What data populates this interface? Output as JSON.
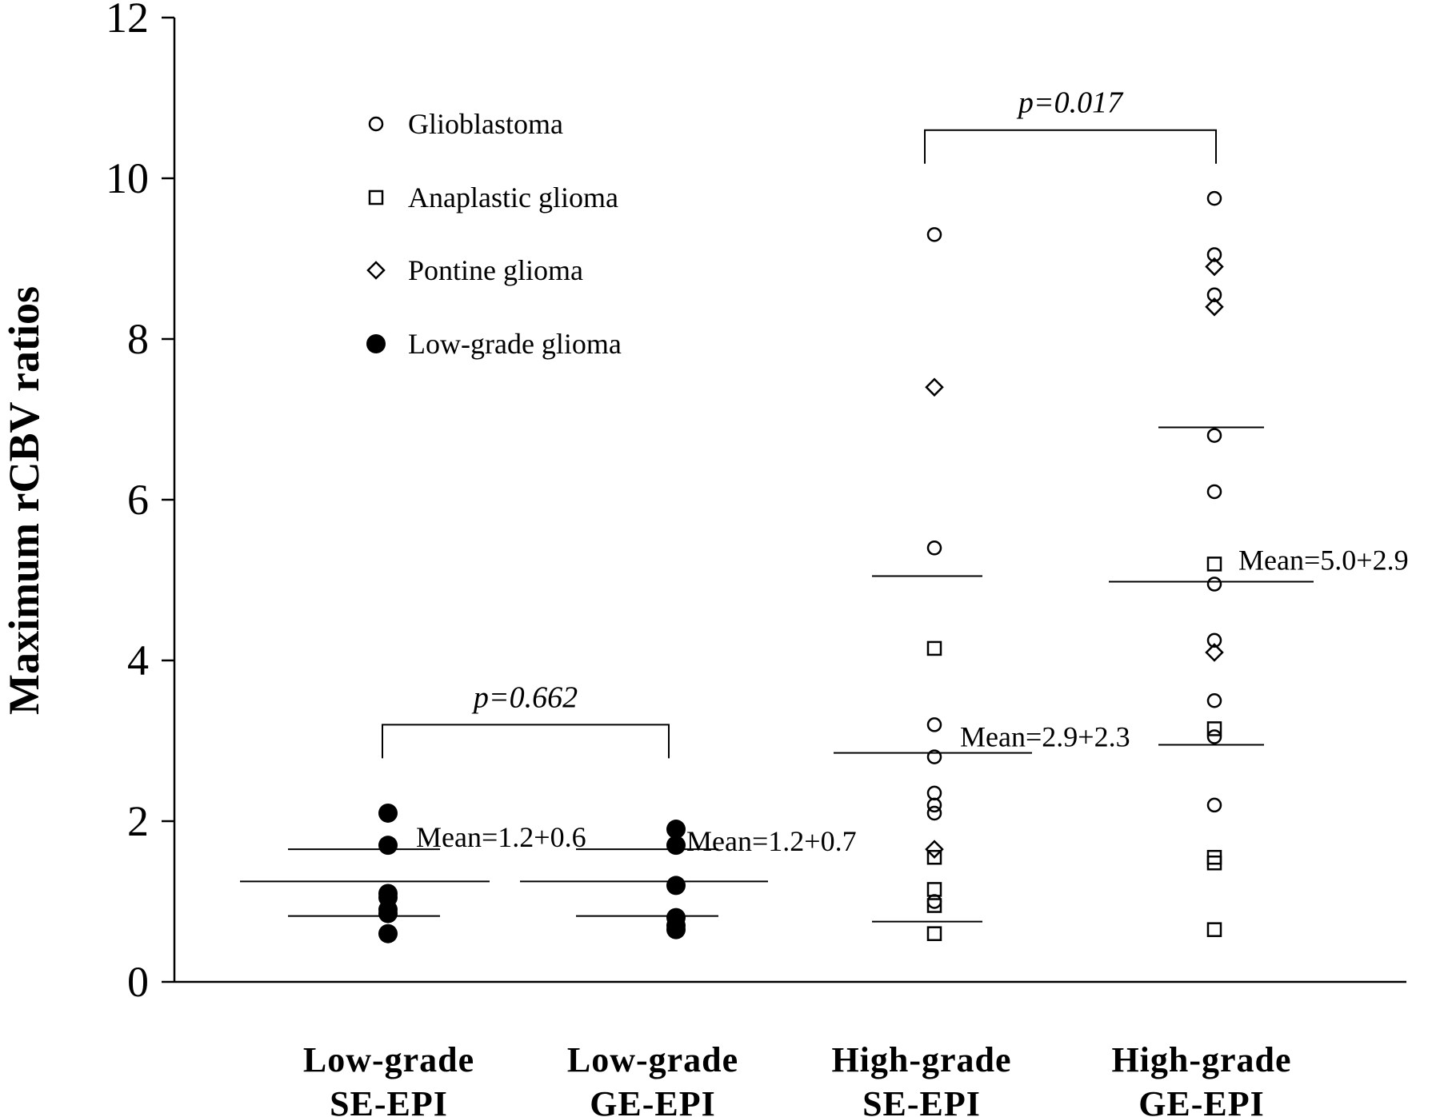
{
  "chart_data": {
    "type": "scatter",
    "ylabel": "Maximum rCBV ratios",
    "ylim": [
      0,
      12
    ],
    "yticks": [
      "0",
      "2",
      "4",
      "6",
      "8",
      "10",
      "12"
    ],
    "categories": [
      {
        "line1": "Low-grade",
        "line2": "SE-EPI"
      },
      {
        "line1": "Low-grade",
        "line2": "GE-EPI"
      },
      {
        "line1": "High-grade",
        "line2": "SE-EPI"
      },
      {
        "line1": "High-grade",
        "line2": "GE-EPI"
      }
    ],
    "legend": [
      {
        "marker": "circle-open",
        "label": "Glioblastoma"
      },
      {
        "marker": "square-open",
        "label": "Anaplastic glioma"
      },
      {
        "marker": "diamond-open",
        "label": "Pontine glioma"
      },
      {
        "marker": "circle-filled",
        "label": "Low-grade glioma"
      }
    ],
    "points": [
      {
        "group": 0,
        "y": 2.1,
        "marker": "circle-filled"
      },
      {
        "group": 0,
        "y": 1.7,
        "marker": "circle-filled"
      },
      {
        "group": 0,
        "y": 1.1,
        "marker": "circle-filled"
      },
      {
        "group": 0,
        "y": 1.05,
        "marker": "circle-filled"
      },
      {
        "group": 0,
        "y": 0.9,
        "marker": "circle-filled"
      },
      {
        "group": 0,
        "y": 0.85,
        "marker": "circle-filled"
      },
      {
        "group": 0,
        "y": 0.6,
        "marker": "circle-filled"
      },
      {
        "group": 1,
        "y": 1.9,
        "marker": "circle-filled"
      },
      {
        "group": 1,
        "y": 1.7,
        "marker": "circle-filled"
      },
      {
        "group": 1,
        "y": 1.2,
        "marker": "circle-filled"
      },
      {
        "group": 1,
        "y": 0.8,
        "marker": "circle-filled"
      },
      {
        "group": 1,
        "y": 0.7,
        "marker": "circle-filled"
      },
      {
        "group": 1,
        "y": 0.65,
        "marker": "circle-filled"
      },
      {
        "group": 2,
        "y": 9.3,
        "marker": "circle-open"
      },
      {
        "group": 2,
        "y": 7.4,
        "marker": "diamond-open"
      },
      {
        "group": 2,
        "y": 5.4,
        "marker": "circle-open"
      },
      {
        "group": 2,
        "y": 4.15,
        "marker": "square-open"
      },
      {
        "group": 2,
        "y": 3.2,
        "marker": "circle-open"
      },
      {
        "group": 2,
        "y": 2.8,
        "marker": "circle-open"
      },
      {
        "group": 2,
        "y": 2.35,
        "marker": "circle-open"
      },
      {
        "group": 2,
        "y": 2.2,
        "marker": "circle-open"
      },
      {
        "group": 2,
        "y": 2.1,
        "marker": "circle-open"
      },
      {
        "group": 2,
        "y": 1.65,
        "marker": "diamond-open"
      },
      {
        "group": 2,
        "y": 1.55,
        "marker": "square-open"
      },
      {
        "group": 2,
        "y": 1.15,
        "marker": "square-open"
      },
      {
        "group": 2,
        "y": 1.0,
        "marker": "circle-open"
      },
      {
        "group": 2,
        "y": 0.95,
        "marker": "square-open"
      },
      {
        "group": 2,
        "y": 0.6,
        "marker": "square-open"
      },
      {
        "group": 3,
        "y": 9.75,
        "marker": "circle-open"
      },
      {
        "group": 3,
        "y": 9.05,
        "marker": "circle-open"
      },
      {
        "group": 3,
        "y": 8.9,
        "marker": "diamond-open"
      },
      {
        "group": 3,
        "y": 8.55,
        "marker": "circle-open"
      },
      {
        "group": 3,
        "y": 8.4,
        "marker": "diamond-open"
      },
      {
        "group": 3,
        "y": 6.8,
        "marker": "circle-open"
      },
      {
        "group": 3,
        "y": 6.1,
        "marker": "circle-open"
      },
      {
        "group": 3,
        "y": 5.2,
        "marker": "square-open"
      },
      {
        "group": 3,
        "y": 4.95,
        "marker": "circle-open"
      },
      {
        "group": 3,
        "y": 4.25,
        "marker": "circle-open"
      },
      {
        "group": 3,
        "y": 4.1,
        "marker": "diamond-open"
      },
      {
        "group": 3,
        "y": 3.5,
        "marker": "circle-open"
      },
      {
        "group": 3,
        "y": 3.15,
        "marker": "square-open"
      },
      {
        "group": 3,
        "y": 3.05,
        "marker": "circle-open"
      },
      {
        "group": 3,
        "y": 2.2,
        "marker": "circle-open"
      },
      {
        "group": 3,
        "y": 1.55,
        "marker": "square-open"
      },
      {
        "group": 3,
        "y": 1.48,
        "marker": "square-open"
      },
      {
        "group": 3,
        "y": 0.65,
        "marker": "square-open"
      }
    ],
    "stats": [
      {
        "group": 0,
        "mean": 1.25,
        "upper": 1.65,
        "lower": 0.82
      },
      {
        "group": 1,
        "mean": 1.25,
        "upper": 1.65,
        "lower": 0.82
      },
      {
        "group": 2,
        "mean": 2.85,
        "upper": 5.05,
        "lower": 0.75
      },
      {
        "group": 3,
        "mean": 4.98,
        "upper": 6.9,
        "lower": 2.95
      }
    ],
    "mean_labels": [
      {
        "group": 0,
        "text": "Mean=1.2+0.6",
        "y": 1.8
      },
      {
        "group": 1,
        "text": "Mean=1.2+0.7",
        "y": 1.75
      },
      {
        "group": 2,
        "text": "Mean=2.9+2.3",
        "y": 3.05
      },
      {
        "group": 3,
        "text": "Mean=5.0+2.9",
        "y": 5.25
      }
    ],
    "comparisons": [
      {
        "from": 0,
        "to": 1,
        "text": "p=0.662",
        "y": 3.2
      },
      {
        "from": 2,
        "to": 3,
        "text": "p=0.017",
        "y": 10.6
      }
    ]
  }
}
